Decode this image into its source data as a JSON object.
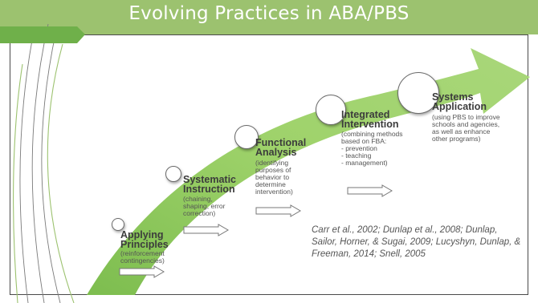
{
  "slide": {
    "title": "Evolving Practices in ABA/PBS",
    "stages": [
      {
        "title": "Applying Principles",
        "description": "(reinforcement contingencies)"
      },
      {
        "title": "Systematic Instruction",
        "description": "(chaining, shaping, error correction)"
      },
      {
        "title": "Functional Analysis",
        "description": "(identifying purposes of behavior to determine intervention)"
      },
      {
        "title": "Integrated Intervention",
        "description": "(combining methods based on FBA:\n- prevention\n- teaching\n- management)"
      },
      {
        "title": "Systems Application",
        "description": "(using PBS to improve schools and agencies, as well as enhance other programs)"
      }
    ],
    "citation": "Carr et al., 2002; Dunlap et al., 2008; Dunlap, Sailor, Horner, & Sugai, 2009; Lucyshyn, Dunlap, & Freeman, 2014; Snell, 2005"
  },
  "colors": {
    "title_bar": "#9cc26f",
    "title_text": "#ffffff",
    "swoosh": "#9ed26a",
    "swoosh_dark": "#6fb04a",
    "stage_title": "#3c3c3c",
    "body_text": "#555555"
  },
  "icons": {
    "left_deco": "green-pennant-icon",
    "stage_marker": "circle-node-icon",
    "progress_arrow": "right-block-arrow-icon"
  }
}
